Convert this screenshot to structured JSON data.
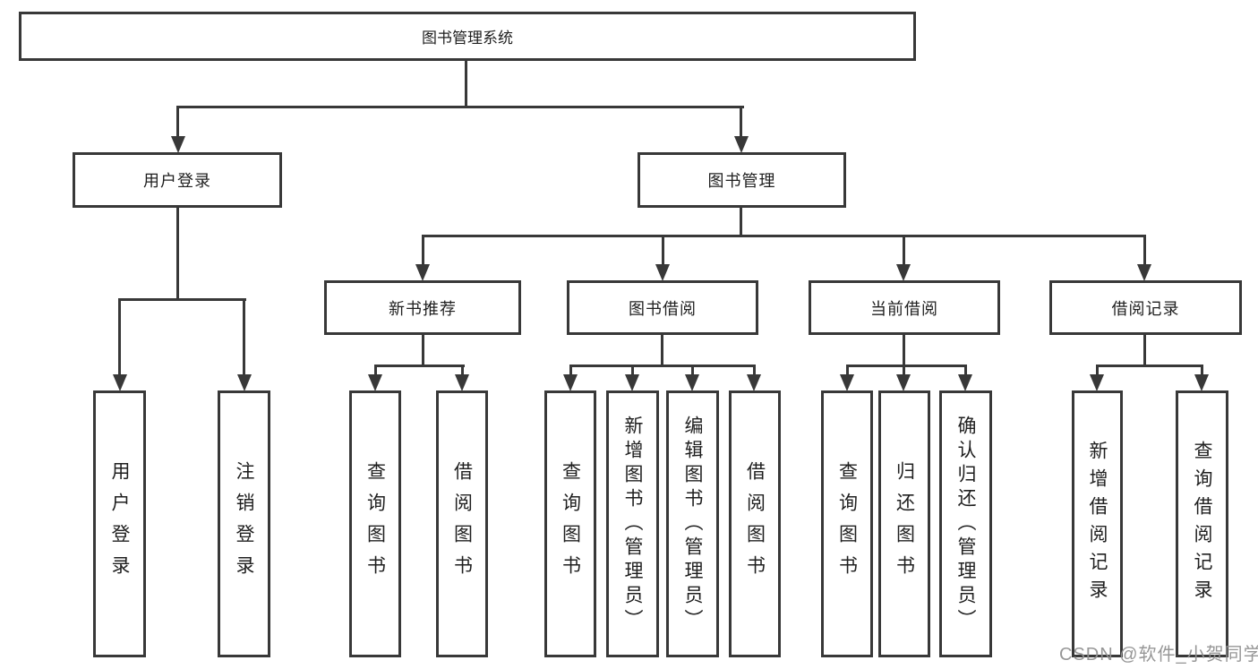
{
  "diagram_title": "图书管理系统",
  "tree": {
    "root": {
      "label": "图书管理系统"
    },
    "branches": [
      {
        "label": "用户登录",
        "children": [
          {
            "label": "用户登录"
          },
          {
            "label": "注销登录"
          }
        ]
      },
      {
        "label": "图书管理",
        "children": [
          {
            "label": "新书推荐",
            "children": [
              {
                "label": "查询图书"
              },
              {
                "label": "借阅图书"
              }
            ]
          },
          {
            "label": "图书借阅",
            "children": [
              {
                "label": "查询图书"
              },
              {
                "label": "新增图书（管理员）"
              },
              {
                "label": "编辑图书（管理员）"
              },
              {
                "label": "借阅图书"
              }
            ]
          },
          {
            "label": "当前借阅",
            "children": [
              {
                "label": "查询图书"
              },
              {
                "label": "归还图书"
              },
              {
                "label": "确认归还（管理员）"
              }
            ]
          },
          {
            "label": "借阅记录",
            "children": [
              {
                "label": "新增借阅记录"
              },
              {
                "label": "查询借阅记录"
              }
            ]
          }
        ]
      }
    ]
  },
  "watermark": {
    "text": "CSDN @软件_小贺同学",
    "color": "#919191"
  },
  "colors": {
    "line": "#383838",
    "box_border": "#383838",
    "background": "#ffffff",
    "text": "#1f1f1f"
  }
}
